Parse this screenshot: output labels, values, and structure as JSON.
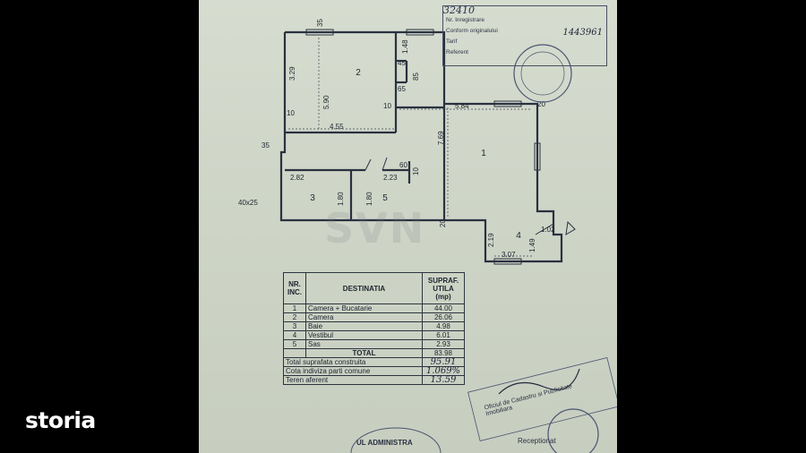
{
  "brand": {
    "name": "storia"
  },
  "watermark": {
    "text": "SVN"
  },
  "stamp": {
    "number": "32410",
    "lines": [
      "Nr. Inregistrare",
      "Conform originalului",
      "Tarif",
      "Referent"
    ],
    "code": "1443961"
  },
  "plan": {
    "dims": {
      "d35_top": "35",
      "d148": "1.48",
      "d329": "3.29",
      "d590": "5.90",
      "d45": "45",
      "d85": "85",
      "d65": "65",
      "d10a": "10",
      "d10b": "10",
      "d584": "5.84",
      "d20a": "20",
      "d769": "7.69",
      "d455": "4.55",
      "d35_left": "35",
      "d282": "2.82",
      "d60": "60",
      "d10c": "10",
      "d223": "2.23",
      "d180a": "1.80",
      "d180b": "1.80",
      "d40x25": "40x25",
      "d20b": "20",
      "d219": "2.19",
      "d102": "1.02",
      "d149": "1.49",
      "d307": "3.07"
    },
    "rooms": [
      "1",
      "2",
      "3",
      "4",
      "5"
    ]
  },
  "table": {
    "headers": {
      "nr": "NR. INC.",
      "dest": "DESTINATIA",
      "area": "SUPRAF. UTILA (mp)"
    },
    "rows": [
      {
        "nr": "1",
        "dest": "Camera + Bucatarie",
        "area": "44.00"
      },
      {
        "nr": "2",
        "dest": "Camera",
        "area": "26.06"
      },
      {
        "nr": "3",
        "dest": "Baie",
        "area": "4.98"
      },
      {
        "nr": "4",
        "dest": "Vestibul",
        "area": "6.01"
      },
      {
        "nr": "5",
        "dest": "Sas",
        "area": "2.93"
      }
    ],
    "total_label": "TOTAL",
    "total_value": "83.98",
    "extra": [
      {
        "label": "Total suprafata construita",
        "value": "95.91"
      },
      {
        "label": "Cota indiviza parti comune",
        "value": "1.069%"
      },
      {
        "label": "Teren aferent",
        "value": "13.59"
      }
    ]
  },
  "bottom": {
    "oficiu": "Oficiul de Cadastru si Publicitate Imobiliara",
    "receptionat": "Receptionat",
    "administratie": "UL ADMINISTRA"
  }
}
